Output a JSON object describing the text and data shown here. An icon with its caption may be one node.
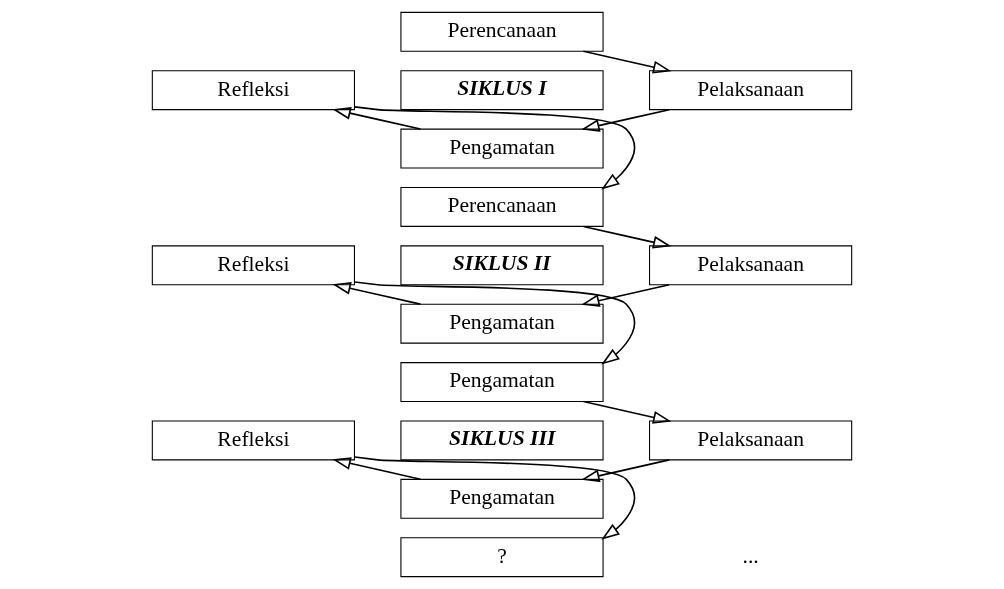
{
  "diagram": {
    "nodes": [
      {
        "text": [
          "Perencanaan"
        ]
      },
      {
        "text": [
          "Refleksi"
        ]
      },
      {
        "text": [
          "SIKLUS I"
        ]
      },
      {
        "text": [
          "Pelaksanaan"
        ]
      },
      {
        "text": [
          "Pengamatan"
        ]
      },
      {
        "text": [
          "Perencanaan"
        ]
      },
      {
        "text": [
          "Refleksi"
        ]
      },
      {
        "text": [
          "SIKLUS II"
        ]
      },
      {
        "text": [
          "Pelaksanaan"
        ]
      },
      {
        "text": [
          "Pengamatan"
        ]
      },
      {
        "text": [
          "Pengamatan"
        ]
      },
      {
        "text": [
          "Refleksi"
        ]
      },
      {
        "text": [
          "SIKLUS III"
        ]
      },
      {
        "text": [
          "Pelaksanaan"
        ]
      },
      {
        "text": [
          "Pengamatan"
        ]
      },
      {
        "text": [
          "?"
        ]
      }
    ],
    "edges": [
      {
        "from": 0,
        "to": 3,
        "arrow": "to"
      },
      {
        "from": 3,
        "to": 4,
        "arrow": "to"
      },
      {
        "from": 4,
        "to": 1,
        "arrow": "to"
      },
      {
        "from": 1,
        "to": 5,
        "arrow": "to"
      },
      {
        "from": 5,
        "to": 8,
        "arrow": "to"
      },
      {
        "from": 8,
        "to": 9,
        "arrow": "to"
      },
      {
        "from": 9,
        "to": 6,
        "arrow": "to"
      },
      {
        "from": 6,
        "to": 10,
        "arrow": "to"
      },
      {
        "from": 10,
        "to": 13,
        "arrow": "to"
      },
      {
        "from": 13,
        "to": 14,
        "arrow": "to"
      },
      {
        "from": 14,
        "to": 11,
        "arrow": "to"
      },
      {
        "from": 11,
        "to": 15,
        "arrow": "to"
      }
    ],
    "labels": [
      "..."
    ]
  }
}
